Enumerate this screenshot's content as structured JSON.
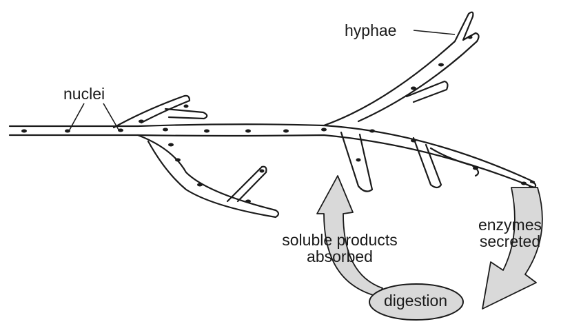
{
  "labels": {
    "hyphae": "hyphae",
    "nuclei": "nuclei",
    "soluble_line1": "soluble products",
    "soluble_line2": "absorbed",
    "enzymes_line1": "enzymes",
    "enzymes_line2": "secreted",
    "digestion": "digestion"
  },
  "colors": {
    "outline": "#1a1a1a",
    "arrow_fill": "#d9d9d9",
    "background": "#ffffff"
  }
}
